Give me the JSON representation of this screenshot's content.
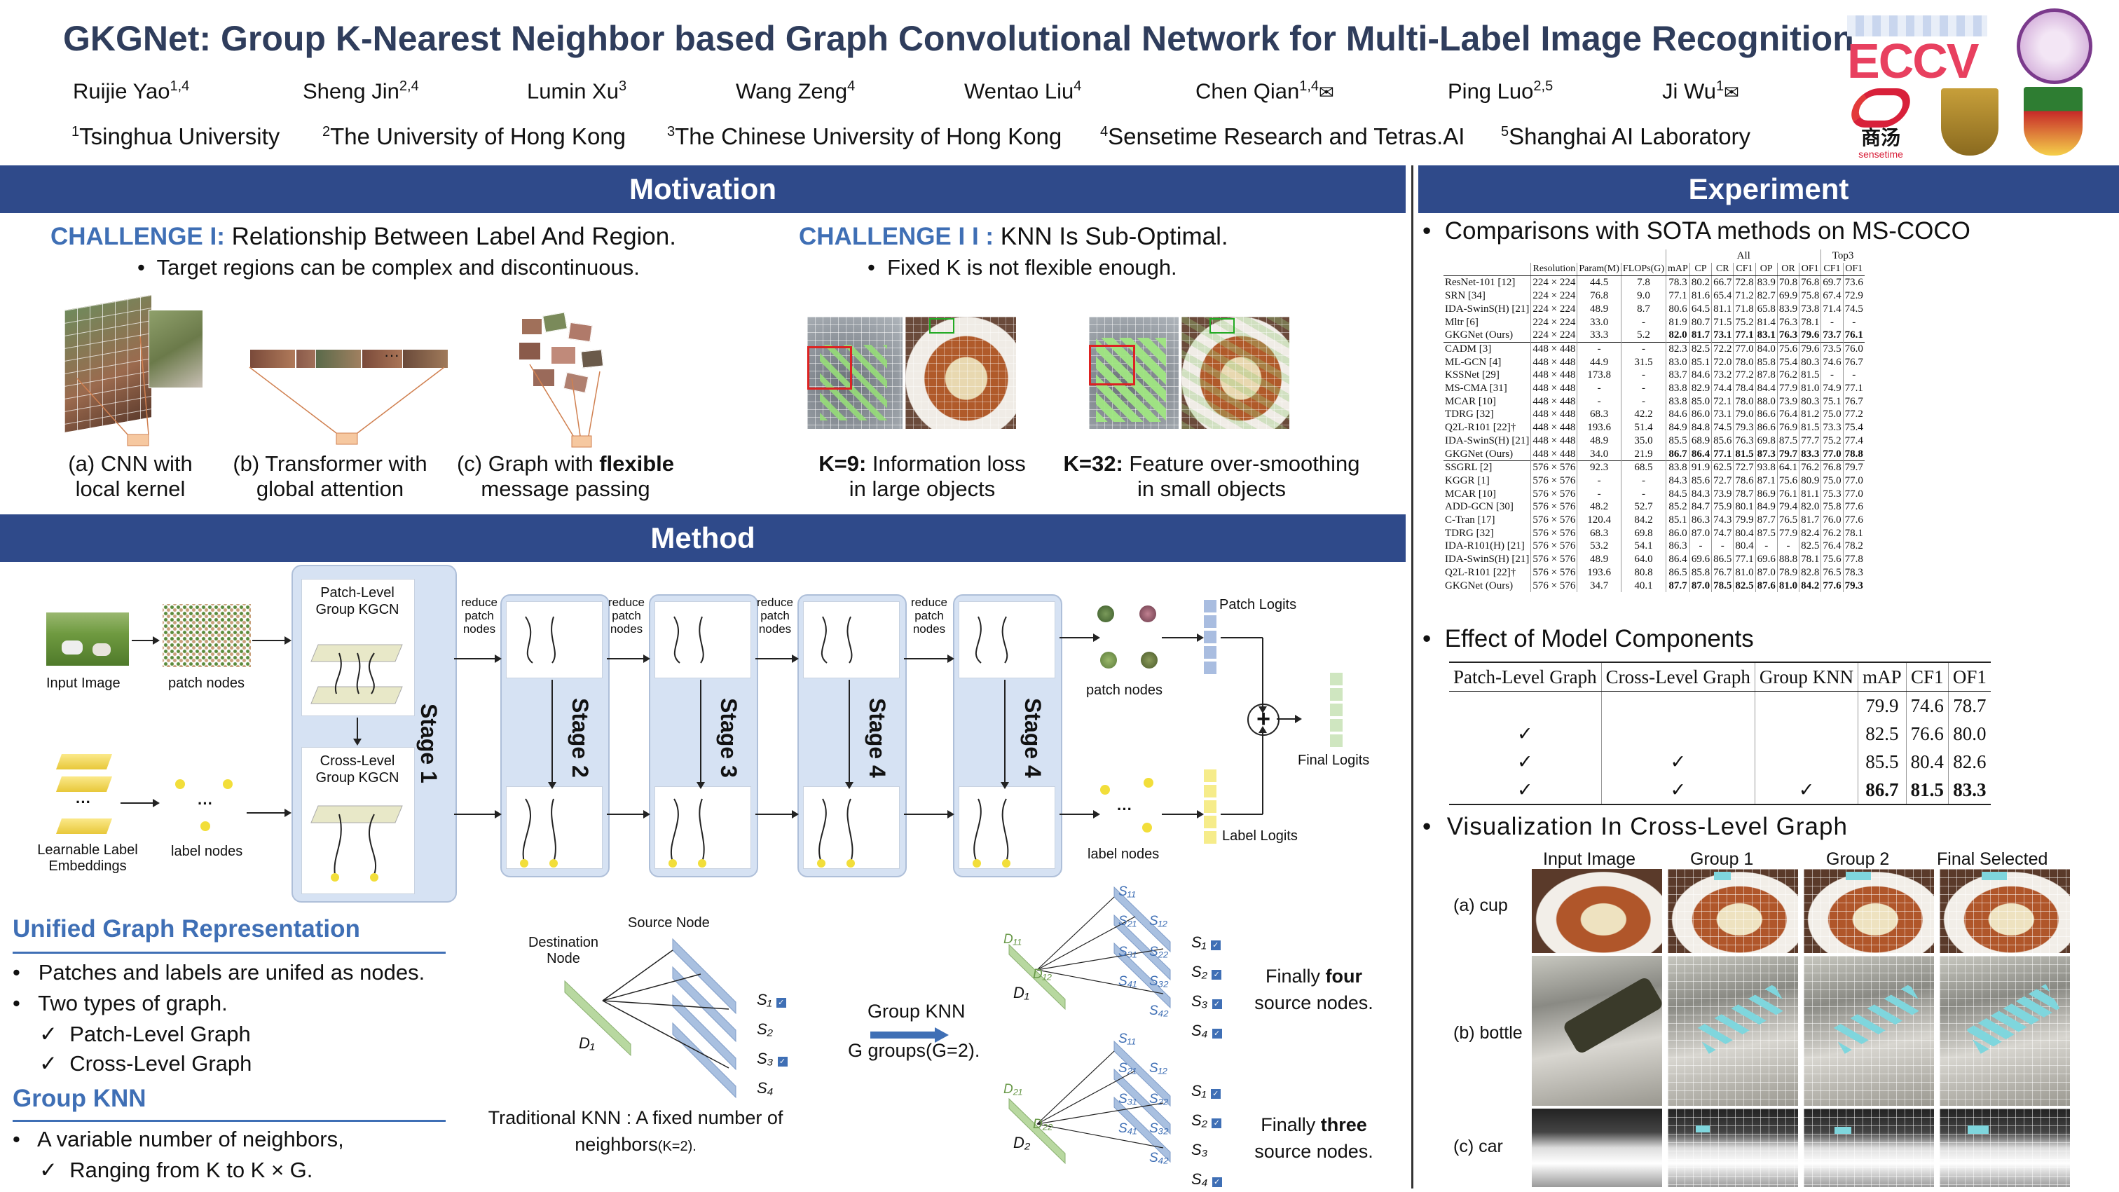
{
  "title": "GKGNet: Group K-Nearest Neighbor based Graph Convolutional Network for Multi-Label Image Recognition",
  "authors": [
    {
      "name": "Ruijie Yao",
      "sup": "1,4"
    },
    {
      "name": "Sheng Jin",
      "sup": "2,4"
    },
    {
      "name": "Lumin Xu",
      "sup": "3"
    },
    {
      "name": "Wang Zeng",
      "sup": "4"
    },
    {
      "name": "Wentao Liu",
      "sup": "4"
    },
    {
      "name": "Chen Qian",
      "sup": "1,4"
    },
    {
      "name": "Ping Luo",
      "sup": "2,5"
    },
    {
      "name": "Ji Wu",
      "sup": "1"
    }
  ],
  "affiliations": [
    {
      "sup": "1",
      "name": "Tsinghua University"
    },
    {
      "sup": "2",
      "name": "The University of Hong Kong"
    },
    {
      "sup": "3",
      "name": "The Chinese University of Hong Kong"
    },
    {
      "sup": "4",
      "name": "Sensetime Research and Tetras.AI"
    },
    {
      "sup": "5",
      "name": "Shanghai AI Laboratory"
    }
  ],
  "logos": {
    "eccv": "ECCV",
    "sensetime_cn": "商汤",
    "sensetime_en": "sensetime"
  },
  "motivation": {
    "header": "Motivation",
    "challenge1": {
      "tag": "CHALLENGE I:",
      "text": "Relationship Between Label And Region.",
      "bullet": "Target regions can be complex and discontinuous."
    },
    "challenge2": {
      "tag": "CHALLENGE I I :",
      "text": "KNN Is Sub-Optimal.",
      "bullet": "Fixed K is not flexible enough."
    },
    "captions": {
      "a1": "(a) CNN with",
      "a2": "local  kernel",
      "b1": "(b) Transformer with",
      "b2": "global  attention",
      "c1": "(c) Graph with ",
      "c1b": "flexible",
      "c2": "message passing",
      "k9": "K=9:",
      "k9t": " Information loss",
      "k9t2": "in large objects",
      "k32": "K=32:",
      "k32t": " Feature over-smoothing",
      "k32t2": "in small objects"
    },
    "ellipsis": "···"
  },
  "method": {
    "header": "Method",
    "input_image": "Input Image",
    "patch_nodes": "patch nodes",
    "learnable1": "Learnable Label",
    "learnable2": "Embeddings",
    "label_nodes": "label nodes",
    "patch_kgcn1": "Patch-Level",
    "patch_kgcn2": "Group KGCN",
    "cross_kgcn1": "Cross-Level",
    "cross_kgcn2": "Group KGCN",
    "stage1": "Stage 1",
    "stage2": "Stage 2",
    "stage3": "Stage 3",
    "stage4a": "Stage 4",
    "stage4b": "Stage 4",
    "reduce1": "reduce",
    "reduce2": "patch",
    "reduce3": "nodes",
    "patch_logits": "Patch Logits",
    "label_logits": "Label Logits",
    "final_logits": "Final Logits",
    "patch_nodes_r": "patch nodes",
    "label_nodes_r": "label nodes",
    "plus": "+",
    "dots": "···"
  },
  "unified": {
    "header": "Unified Graph Representation",
    "b1": "Patches and labels are unifed as nodes.",
    "b2": "Two types of graph.",
    "b3": "Patch-Level Graph",
    "b4": "Cross-Level Graph"
  },
  "gknn": {
    "header": "Group KNN",
    "b1": "A variable number of neighbors,",
    "b2": "Ranging from K to K × G."
  },
  "knn_diagram": {
    "destination1": "Destination",
    "destination2": "Node",
    "source": "Source Node",
    "d1": "D₁",
    "s1": "S₁",
    "s2": "S₂",
    "s3": "S₃",
    "s4": "S₄",
    "trad1": "Traditional KNN : A fixed number of",
    "trad2": "neighbors",
    "trad2s": "(K=2).",
    "group_knn": "Group KNN",
    "groups": "G groups(G=2).",
    "d11": "D₁₁",
    "d12": "D₁₂",
    "d21": "D₂₁",
    "d22": "D₂₂",
    "d2": "D₂",
    "s11": "S₁₁",
    "s21": "S₂₁",
    "s12": "S₁₂",
    "s31": "S₃₁",
    "s22": "S₂₂",
    "s41": "S₄₁",
    "s32": "S₃₂",
    "s42": "S₄₂",
    "fin1a": "Finally ",
    "fin1b": "four",
    "fin1c": "source nodes.",
    "fin2a": "Finally ",
    "fin2b": "three",
    "fin2c": "source nodes."
  },
  "experiment": {
    "header": "Experiment",
    "sota_title": "Comparisons with SOTA methods on MS-COCO",
    "sota_group_all": "All",
    "sota_group_top3": "Top3",
    "sota_cols": [
      "Resolution",
      "Param(M)",
      "FLOPs(G)",
      "mAP",
      "CP",
      "CR",
      "CF1",
      "OP",
      "OR",
      "OF1",
      "CF1",
      "OF1"
    ],
    "sota_blocks": [
      [
        [
          "ResNet-101 [12]",
          "224 × 224",
          "44.5",
          "7.8",
          "78.3",
          "80.2",
          "66.7",
          "72.8",
          "83.9",
          "70.8",
          "76.8",
          "69.7",
          "73.6"
        ],
        [
          "SRN [34]",
          "224 × 224",
          "76.8",
          "9.0",
          "77.1",
          "81.6",
          "65.4",
          "71.2",
          "82.7",
          "69.9",
          "75.8",
          "67.4",
          "72.9"
        ],
        [
          "IDA-SwinS(H) [21]",
          "224 × 224",
          "48.9",
          "8.7",
          "80.6",
          "64.5",
          "81.1",
          "71.8",
          "65.8",
          "83.9",
          "73.8",
          "71.4",
          "74.5"
        ],
        [
          "Mltr [6]",
          "224 × 224",
          "33.0",
          "-",
          "81.9",
          "80.7",
          "71.5",
          "75.2",
          "81.4",
          "76.3",
          "78.1",
          "-",
          "-"
        ],
        [
          "GKGNet (Ours)",
          "224 × 224",
          "33.3",
          "5.2",
          "82.0",
          "81.7",
          "73.1",
          "77.1",
          "83.1",
          "76.3",
          "79.6",
          "73.7",
          "76.1"
        ]
      ],
      [
        [
          "CADM [3]",
          "448 × 448",
          "-",
          "-",
          "82.3",
          "82.5",
          "72.2",
          "77.0",
          "84.0",
          "75.6",
          "79.6",
          "73.5",
          "76.0"
        ],
        [
          "ML-GCN [4]",
          "448 × 448",
          "44.9",
          "31.5",
          "83.0",
          "85.1",
          "72.0",
          "78.0",
          "85.8",
          "75.4",
          "80.3",
          "74.6",
          "76.7"
        ],
        [
          "KSSNet [29]",
          "448 × 448",
          "173.8",
          "-",
          "83.7",
          "84.6",
          "73.2",
          "77.2",
          "87.8",
          "76.2",
          "81.5",
          "-",
          "-"
        ],
        [
          "MS-CMA [31]",
          "448 × 448",
          "-",
          "-",
          "83.8",
          "82.9",
          "74.4",
          "78.4",
          "84.4",
          "77.9",
          "81.0",
          "74.9",
          "77.1"
        ],
        [
          "MCAR [10]",
          "448 × 448",
          "-",
          "-",
          "83.8",
          "85.0",
          "72.1",
          "78.0",
          "88.0",
          "73.9",
          "80.3",
          "75.1",
          "76.7"
        ],
        [
          "TDRG [32]",
          "448 × 448",
          "68.3",
          "42.2",
          "84.6",
          "86.0",
          "73.1",
          "79.0",
          "86.6",
          "76.4",
          "81.2",
          "75.0",
          "77.2"
        ],
        [
          "Q2L-R101 [22]†",
          "448 × 448",
          "193.6",
          "51.4",
          "84.9",
          "84.8",
          "74.5",
          "79.3",
          "86.6",
          "76.9",
          "81.5",
          "73.3",
          "75.4"
        ],
        [
          "IDA-SwinS(H) [21]",
          "448 × 448",
          "48.9",
          "35.0",
          "85.5",
          "68.9",
          "85.6",
          "76.3",
          "69.8",
          "87.5",
          "77.7",
          "75.2",
          "77.4"
        ],
        [
          "GKGNet (Ours)",
          "448 × 448",
          "34.0",
          "21.9",
          "86.7",
          "86.4",
          "77.1",
          "81.5",
          "87.3",
          "79.7",
          "83.3",
          "77.0",
          "78.8"
        ]
      ],
      [
        [
          "SSGRL [2]",
          "576 × 576",
          "92.3",
          "68.5",
          "83.8",
          "91.9",
          "62.5",
          "72.7",
          "93.8",
          "64.1",
          "76.2",
          "76.8",
          "79.7"
        ],
        [
          "KGGR [1]",
          "576 × 576",
          "-",
          "-",
          "84.3",
          "85.6",
          "72.7",
          "78.6",
          "87.1",
          "75.6",
          "80.9",
          "75.0",
          "77.0"
        ],
        [
          "MCAR [10]",
          "576 × 576",
          "-",
          "-",
          "84.5",
          "84.3",
          "73.9",
          "78.7",
          "86.9",
          "76.1",
          "81.1",
          "75.3",
          "77.0"
        ],
        [
          "ADD-GCN [30]",
          "576 × 576",
          "48.2",
          "52.7",
          "85.2",
          "84.7",
          "75.9",
          "80.1",
          "84.9",
          "79.4",
          "82.0",
          "75.8",
          "77.6"
        ],
        [
          "C-Tran [17]",
          "576 × 576",
          "120.4",
          "84.2",
          "85.1",
          "86.3",
          "74.3",
          "79.9",
          "87.7",
          "76.5",
          "81.7",
          "76.0",
          "77.6"
        ],
        [
          "TDRG [32]",
          "576 × 576",
          "68.3",
          "69.8",
          "86.0",
          "87.0",
          "74.7",
          "80.4",
          "87.5",
          "77.9",
          "82.4",
          "76.2",
          "78.1"
        ],
        [
          "IDA-R101(H) [21]",
          "576 × 576",
          "53.2",
          "54.1",
          "86.3",
          "-",
          "-",
          "80.4",
          "-",
          "-",
          "82.5",
          "76.4",
          "78.2"
        ],
        [
          "IDA-SwinS(H) [21]",
          "576 × 576",
          "48.9",
          "64.0",
          "86.4",
          "69.6",
          "86.5",
          "77.1",
          "69.6",
          "88.8",
          "78.1",
          "75.6",
          "77.8"
        ],
        [
          "Q2L-R101 [22]†",
          "576 × 576",
          "193.6",
          "80.8",
          "86.5",
          "85.8",
          "76.7",
          "81.0",
          "87.0",
          "78.9",
          "82.8",
          "76.5",
          "78.3"
        ],
        [
          "GKGNet (Ours)",
          "576 × 576",
          "34.7",
          "40.1",
          "87.7",
          "87.0",
          "78.5",
          "82.5",
          "87.6",
          "81.0",
          "84.2",
          "77.6",
          "79.3"
        ]
      ]
    ],
    "ablation_title": "Effect of Model Components",
    "ablation_cols": [
      "Patch-Level Graph",
      "Cross-Level Graph",
      "Group KNN",
      "mAP",
      "CF1",
      "OF1"
    ],
    "ablation_rows": [
      [
        "",
        "",
        "",
        "79.9",
        "74.6",
        "78.7"
      ],
      [
        "✓",
        "",
        "",
        "82.5",
        "76.6",
        "80.0"
      ],
      [
        "✓",
        "✓",
        "",
        "85.5",
        "80.4",
        "82.6"
      ],
      [
        "✓",
        "✓",
        "✓",
        "86.7",
        "81.5",
        "83.3"
      ]
    ],
    "vis_title": "Visualization In Cross-Level Graph",
    "vis_cols": [
      "Input Image",
      "Group 1",
      "Group 2",
      "Final Selected"
    ],
    "vis_rows": [
      "(a) cup",
      "(b) bottle",
      "(c) car"
    ]
  },
  "colors": {
    "header_bar": "#2f4a8a",
    "accent": "#3f6fb5",
    "stage_bg": "#d6e2f3",
    "title": "#2f3d5c"
  }
}
